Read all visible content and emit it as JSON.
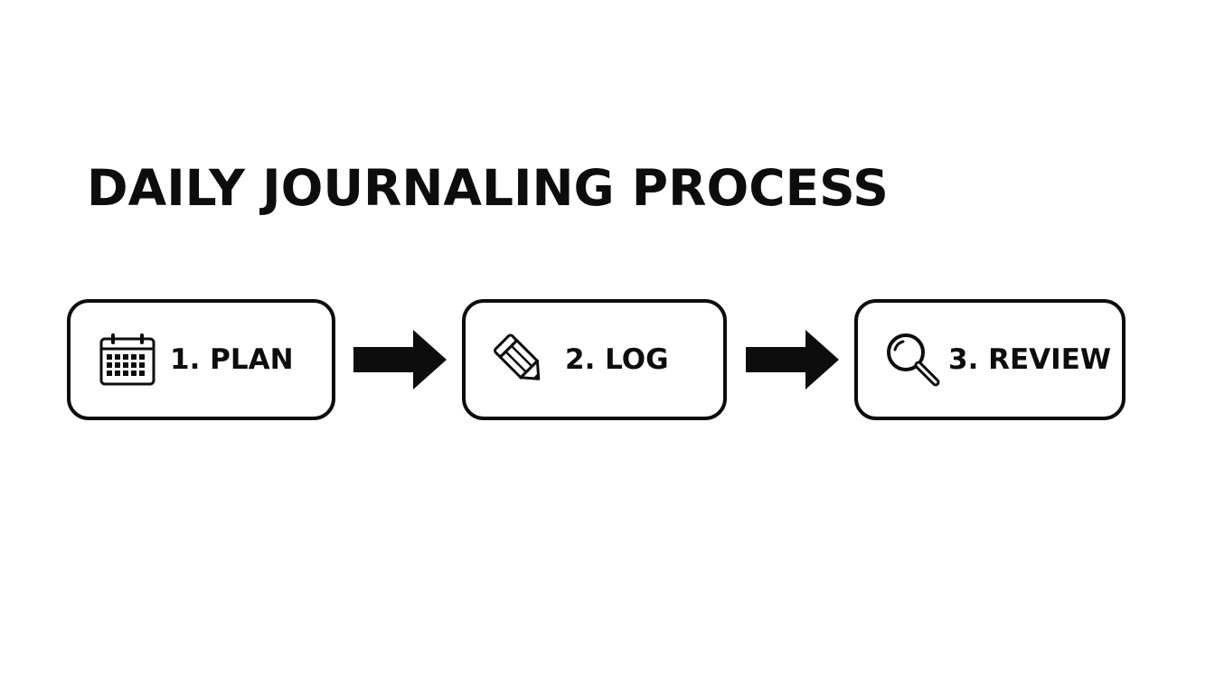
{
  "title": "DAILY JOURNALING PROCESS",
  "steps": [
    {
      "label": "1. PLAN",
      "icon": "calendar-icon"
    },
    {
      "label": "2. LOG",
      "icon": "pencil-icon"
    },
    {
      "label": "3. REVIEW",
      "icon": "magnifying-glass-icon"
    }
  ],
  "connectors": [
    "arrow-right-icon",
    "arrow-right-icon"
  ],
  "colors": {
    "ink": "#0d0d0d",
    "background": "#ffffff"
  }
}
